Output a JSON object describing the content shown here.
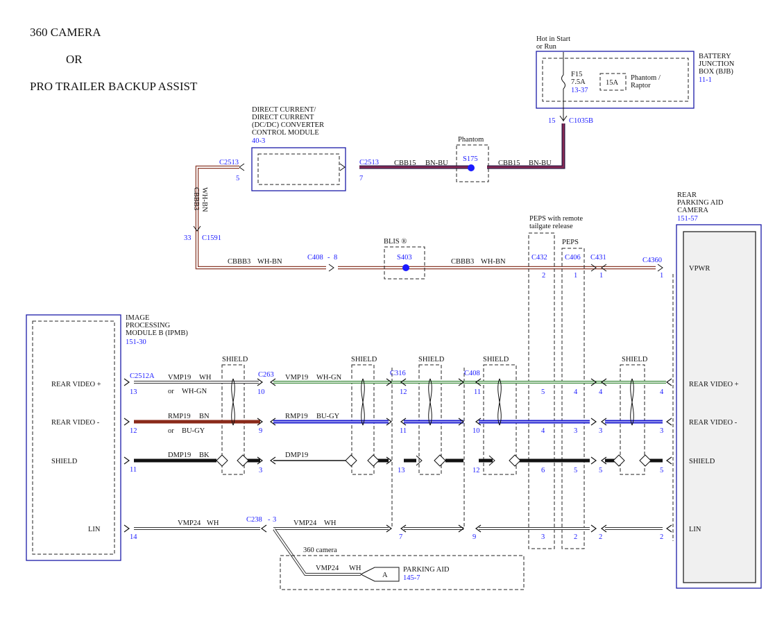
{
  "titles": [
    "360 CAMERA",
    "OR",
    "PRO TRAILER BACKUP ASSIST"
  ],
  "bjb": {
    "hot": "Hot in Start",
    "hot2": "or Run",
    "name1": "BATTERY",
    "name2": "JUNCTION",
    "name3": "BOX (BJB)",
    "ref": "11-1",
    "fuse": "F15",
    "amp": "7.5A",
    "fuse_ref": "13-37",
    "alt_amp": "15A",
    "alt1": "Phantom /",
    "alt2": "Raptor",
    "pin": "15",
    "conn": "C1035B"
  },
  "dcdc": {
    "n1": "DIRECT CURRENT/",
    "n2": "DIRECT CURRENT",
    "n3": "(DC/DC) CONVERTER",
    "n4": "CONTROL MODULE",
    "ref": "40-3",
    "conn": "C2513",
    "pin_l": "5",
    "pin_r": "7"
  },
  "splice1": {
    "opt": "Phantom",
    "name": "S175"
  },
  "wire_cbb15": {
    "circuit": "CBB15",
    "color": "BN-BU"
  },
  "wire_cbbb3": {
    "circuit": "CBBB3",
    "color": "WH-BN"
  },
  "c1591": {
    "pin": "33",
    "conn": "C1591"
  },
  "c408": {
    "conn": "C408",
    "sep": "-",
    "pin": "8"
  },
  "splice2": {
    "opt": "BLIS ®",
    "name": "S403"
  },
  "peps_opt": {
    "l1": "PEPS with remote",
    "l2": "tailgate release",
    "l3": "PEPS"
  },
  "conns_top": {
    "c432": "C432",
    "c406": "C406",
    "c431": "C431",
    "c4360": "C4360",
    "p2": "2",
    "p1a": "1",
    "p1b": "1",
    "p1c": "1"
  },
  "camera": {
    "n1": "REAR",
    "n2": "PARKING AID",
    "n3": "CAMERA",
    "ref": "151-57",
    "vpwr": "VPWR",
    "video_p": "REAR VIDEO +",
    "video_m": "REAR VIDEO -",
    "shield": "SHIELD",
    "lin": "LIN"
  },
  "ipmb": {
    "n1": "IMAGE",
    "n2": "PROCESSING",
    "n3": "MODULE B (IPMB)",
    "ref": "151-30",
    "video_p": "REAR VIDEO +",
    "video_m": "REAR VIDEO -",
    "shield": "SHIELD",
    "lin": "LIN",
    "conn": "C2512A",
    "p13": "13",
    "p12": "12",
    "p11": "11",
    "p14": "14"
  },
  "shield_lbl": "SHIELD",
  "vmp19": {
    "circuit": "VMP19",
    "color": "WH",
    "or": "or",
    "alt": "WH-GN",
    "color2": "WH-GN"
  },
  "rmp19": {
    "circuit": "RMP19",
    "color": "BN",
    "or": "or",
    "alt": "BU-GY",
    "color2": "BU-GY"
  },
  "dmp19": {
    "circuit": "DMP19",
    "color": "BK"
  },
  "vmp24": {
    "circuit": "VMP24",
    "color": "WH"
  },
  "conns_mid": {
    "c263": "C263",
    "c316": "C316",
    "c408": "C408",
    "c238": "C238",
    "sep": "-",
    "c238pin": "3"
  },
  "pins": {
    "a10": "10",
    "a9": "9",
    "a3": "3",
    "b12": "12",
    "b11": "11",
    "b13": "13",
    "b7": "7",
    "c11": "11",
    "c10": "10",
    "c12": "12",
    "c9": "9",
    "d5": "5",
    "d4": "4",
    "d6": "6",
    "d3": "3",
    "e4": "4",
    "e3": "3",
    "e5": "5",
    "e2": "2",
    "f4": "4",
    "f3": "3",
    "f5": "5",
    "f2": "2",
    "g4": "4",
    "g3": "3",
    "g5": "5",
    "g2": "2"
  },
  "parking": {
    "opt": "360 camera",
    "circuit": "VMP24",
    "color": "WH",
    "arrow": "A",
    "name": "PARKING AID",
    "ref": "145-7"
  }
}
